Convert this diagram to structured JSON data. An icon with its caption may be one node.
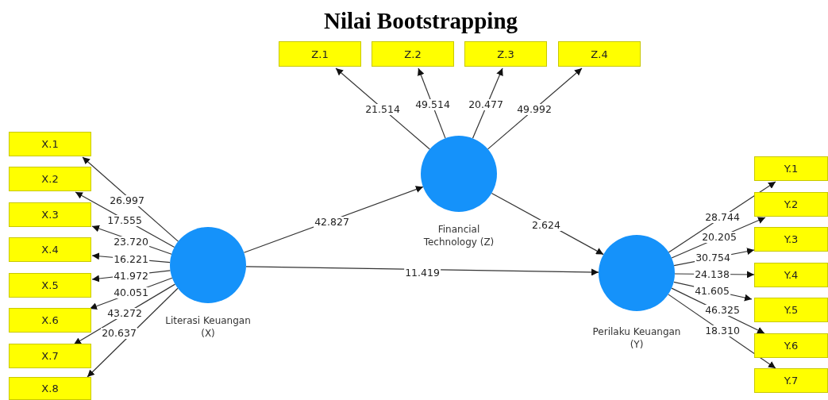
{
  "diagram": {
    "title": "Nilai Bootstrapping",
    "nodes": [
      {
        "text": [
          "Z.1"
        ]
      },
      {
        "text": [
          "Z.2"
        ]
      },
      {
        "text": [
          "Z.3"
        ]
      },
      {
        "text": [
          "Z.4"
        ]
      },
      {
        "text": [
          "X.1"
        ]
      },
      {
        "text": [
          "X.2"
        ]
      },
      {
        "text": [
          "X.3"
        ]
      },
      {
        "text": [
          "X.4"
        ]
      },
      {
        "text": [
          "X.5"
        ]
      },
      {
        "text": [
          "X.6"
        ]
      },
      {
        "text": [
          "X.7"
        ]
      },
      {
        "text": [
          "X.8"
        ]
      },
      {
        "text": [
          "Literasi Keuangan (X)"
        ]
      },
      {
        "text": [
          "Financial Technology (Z)"
        ]
      },
      {
        "text": [
          "Perilaku Keuangan (Y)"
        ]
      },
      {
        "text": [
          "Y.1"
        ]
      },
      {
        "text": [
          "Y.2"
        ]
      },
      {
        "text": [
          "Y.3"
        ]
      },
      {
        "text": [
          "Y.4"
        ]
      },
      {
        "text": [
          "Y.5"
        ]
      },
      {
        "text": [
          "Y.6"
        ]
      },
      {
        "text": [
          "Y.7"
        ]
      }
    ],
    "edges": [
      {
        "from": 13,
        "to": 0,
        "arrow": "to",
        "label": "21.514"
      },
      {
        "from": 13,
        "to": 1,
        "arrow": "to",
        "label": "49.514"
      },
      {
        "from": 13,
        "to": 2,
        "arrow": "to",
        "label": "20.477"
      },
      {
        "from": 13,
        "to": 3,
        "arrow": "to",
        "label": "49.992"
      },
      {
        "from": 12,
        "to": 4,
        "arrow": "to",
        "label": "26.997"
      },
      {
        "from": 12,
        "to": 5,
        "arrow": "to",
        "label": "17.555"
      },
      {
        "from": 12,
        "to": 6,
        "arrow": "to",
        "label": "23.720"
      },
      {
        "from": 12,
        "to": 7,
        "arrow": "to",
        "label": "16.221"
      },
      {
        "from": 12,
        "to": 8,
        "arrow": "to",
        "label": "41.972"
      },
      {
        "from": 12,
        "to": 9,
        "arrow": "to",
        "label": "40.051"
      },
      {
        "from": 12,
        "to": 10,
        "arrow": "to",
        "label": "43.272"
      },
      {
        "from": 12,
        "to": 11,
        "arrow": "to",
        "label": "20.637"
      },
      {
        "from": 12,
        "to": 13,
        "arrow": "to",
        "label": "42.827"
      },
      {
        "from": 13,
        "to": 14,
        "arrow": "to",
        "label": "2.624"
      },
      {
        "from": 12,
        "to": 14,
        "arrow": "to",
        "label": "11.419"
      },
      {
        "from": 14,
        "to": 15,
        "arrow": "to",
        "label": "28.744"
      },
      {
        "from": 14,
        "to": 16,
        "arrow": "to",
        "label": "20.205"
      },
      {
        "from": 14,
        "to": 17,
        "arrow": "to",
        "label": "30.754"
      },
      {
        "from": 14,
        "to": 18,
        "arrow": "to",
        "label": "24.138"
      },
      {
        "from": 14,
        "to": 19,
        "arrow": "to",
        "label": "41.605"
      },
      {
        "from": 14,
        "to": 20,
        "arrow": "to",
        "label": "46.325"
      },
      {
        "from": 14,
        "to": 21,
        "arrow": "to",
        "label": "18.310"
      }
    ]
  }
}
